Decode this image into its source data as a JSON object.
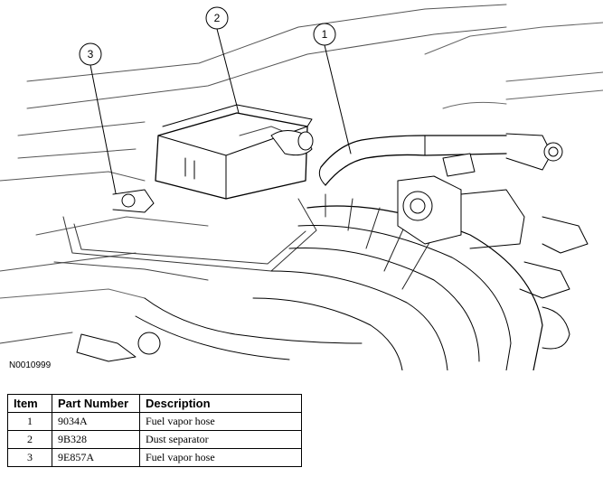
{
  "figure": {
    "id": "N0010999",
    "callouts": [
      "1",
      "2",
      "3"
    ]
  },
  "table": {
    "headers": {
      "item": "Item",
      "part_number": "Part Number",
      "description": "Description"
    },
    "rows": [
      {
        "item": "1",
        "part_number": "9034A",
        "description": "Fuel vapor hose"
      },
      {
        "item": "2",
        "part_number": "9B328",
        "description": "Dust separator"
      },
      {
        "item": "3",
        "part_number": "9E857A",
        "description": "Fuel vapor hose"
      }
    ]
  }
}
